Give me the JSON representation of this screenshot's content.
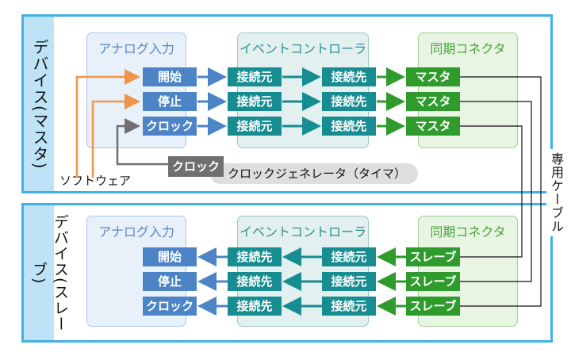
{
  "master": {
    "side_label": "デバイス(マスタ)",
    "analog_title": "アナログ入力",
    "event_title": "イベントコントローラ",
    "sync_title": "同期コネクタ",
    "rows": [
      {
        "input": "開始",
        "ev1": "接続元",
        "ev2": "接続先",
        "sync": "マスタ"
      },
      {
        "input": "停止",
        "ev1": "接続元",
        "ev2": "接続先",
        "sync": "マスタ"
      },
      {
        "input": "クロック",
        "ev1": "接続元",
        "ev2": "接続先",
        "sync": "マスタ"
      }
    ],
    "software_label": "ソフトウェア",
    "clock_box": "クロック",
    "clock_generator": "クロックジェネレータ（タイマ）"
  },
  "cable_label": "専用ケーブル",
  "slave": {
    "side_label": "デバイス(スレーブ)",
    "analog_title": "アナログ入力",
    "event_title": "イベントコントローラ",
    "sync_title": "同期コネクタ",
    "rows": [
      {
        "input": "開始",
        "ev1": "接続先",
        "ev2": "接続元",
        "sync": "スレーブ"
      },
      {
        "input": "停止",
        "ev1": "接続先",
        "ev2": "接続元",
        "sync": "スレーブ"
      },
      {
        "input": "クロック",
        "ev1": "接続先",
        "ev2": "接続元",
        "sync": "スレーブ"
      }
    ]
  },
  "colors": {
    "frame": "#3fb0e8",
    "input_box": "#4d84c6",
    "event_box": "#178c91",
    "sync_box": "#2f9b2c",
    "software_arrow": "#f0944a",
    "clock_arrow": "#6f6f6f"
  }
}
